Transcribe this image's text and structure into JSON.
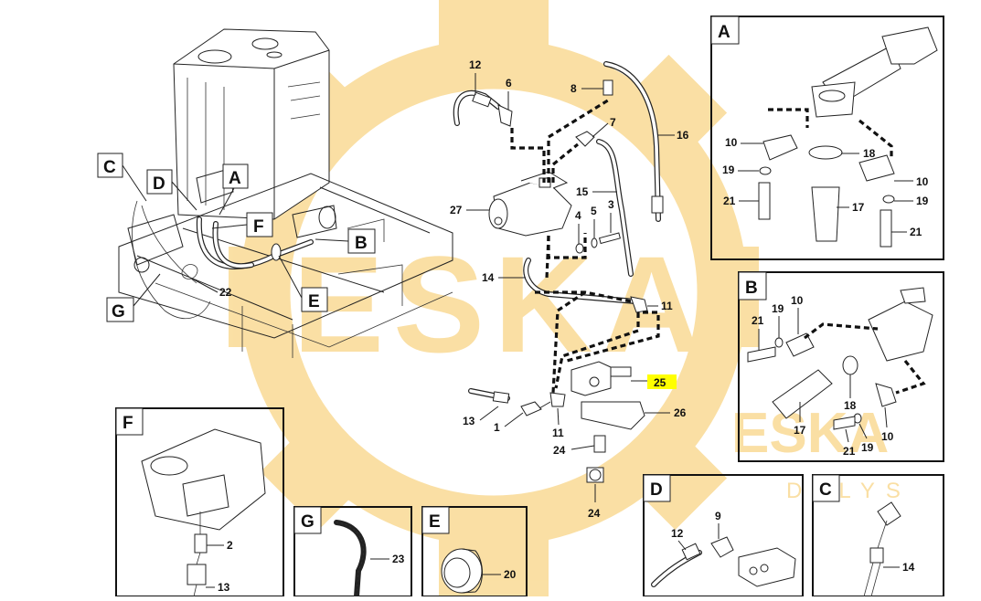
{
  "watermark": {
    "text_top": "ESKA",
    "text_right": "ESKA",
    "text_small": "DALYS",
    "color": "#f6c65b"
  },
  "overview_labels": {
    "C": "C",
    "D": "D",
    "A": "A",
    "F": "F",
    "B": "B",
    "G": "G",
    "E": "E",
    "n22": "22"
  },
  "center_labels": {
    "n12": "12",
    "n6": "6",
    "n8": "8",
    "n7": "7",
    "n16": "16",
    "n15": "15",
    "n27": "27",
    "n4": "4",
    "n5": "5",
    "n3": "3",
    "n14": "14",
    "n11a": "11",
    "n25": "25",
    "n26": "26",
    "n13": "13",
    "n1": "1",
    "n11b": "11",
    "n24a": "24",
    "n24b": "24"
  },
  "highlight_color": "#ffff00",
  "detail_A": {
    "title": "A",
    "labels": {
      "n10a": "10",
      "n18": "18",
      "n19a": "19",
      "n10b": "10",
      "n21a": "21",
      "n17": "17",
      "n19b": "19",
      "n21b": "21"
    }
  },
  "detail_B": {
    "title": "B",
    "labels": {
      "n21a": "21",
      "n19a": "19",
      "n10a": "10",
      "n18": "18",
      "n17": "17",
      "n21b": "21",
      "n19b": "19",
      "n10b": "10"
    }
  },
  "detail_F": {
    "title": "F",
    "labels": {
      "n2": "2",
      "n13": "13"
    }
  },
  "detail_G": {
    "title": "G",
    "labels": {
      "n23": "23"
    }
  },
  "detail_E": {
    "title": "E",
    "labels": {
      "n20": "20"
    }
  },
  "detail_D": {
    "title": "D",
    "labels": {
      "n12": "12",
      "n9": "9"
    }
  },
  "detail_C": {
    "title": "C",
    "labels": {
      "n14": "14"
    }
  }
}
